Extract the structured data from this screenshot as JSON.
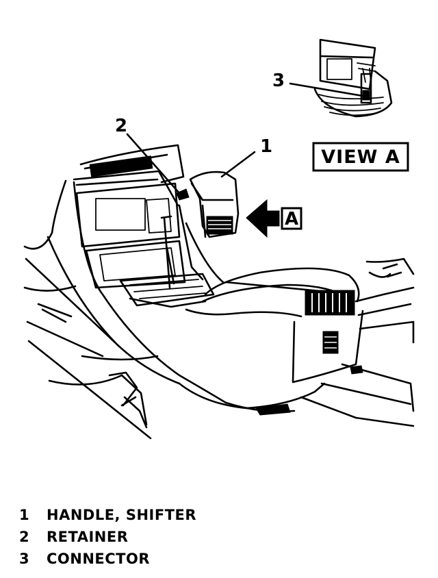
{
  "callouts": {
    "c1": "1",
    "c2": "2",
    "c3": "3",
    "arrow_a": "A"
  },
  "view_a_label": "VIEW A",
  "legend": [
    {
      "num": "1",
      "text": "HANDLE, SHIFTER"
    },
    {
      "num": "2",
      "text": "RETAINER"
    },
    {
      "num": "3",
      "text": "CONNECTOR"
    }
  ]
}
